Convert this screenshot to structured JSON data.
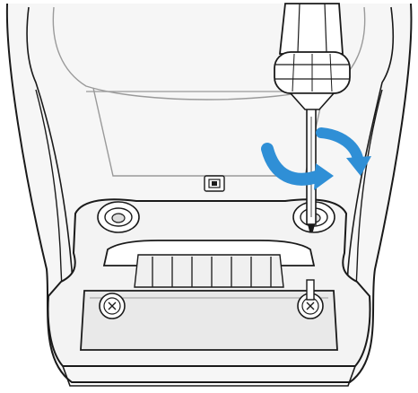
{
  "figure": {
    "kind": "line-art installation illustration",
    "device": "handheld-device-bottom-rear",
    "tool": "screwdriver",
    "action": "rotate-screw",
    "colors": {
      "outline": "#1a1a1a",
      "light_line": "#9a9a9a",
      "fill_device": "#f4f4f4",
      "fill_plate": "#e9e9e9",
      "fill_tool": "#ffffff",
      "arrow": "#2f8fd6"
    },
    "icons": {
      "rotation": "curved-rotation-arrow",
      "connector": "connector-port-icon",
      "screw": "screw-head-icon"
    }
  }
}
